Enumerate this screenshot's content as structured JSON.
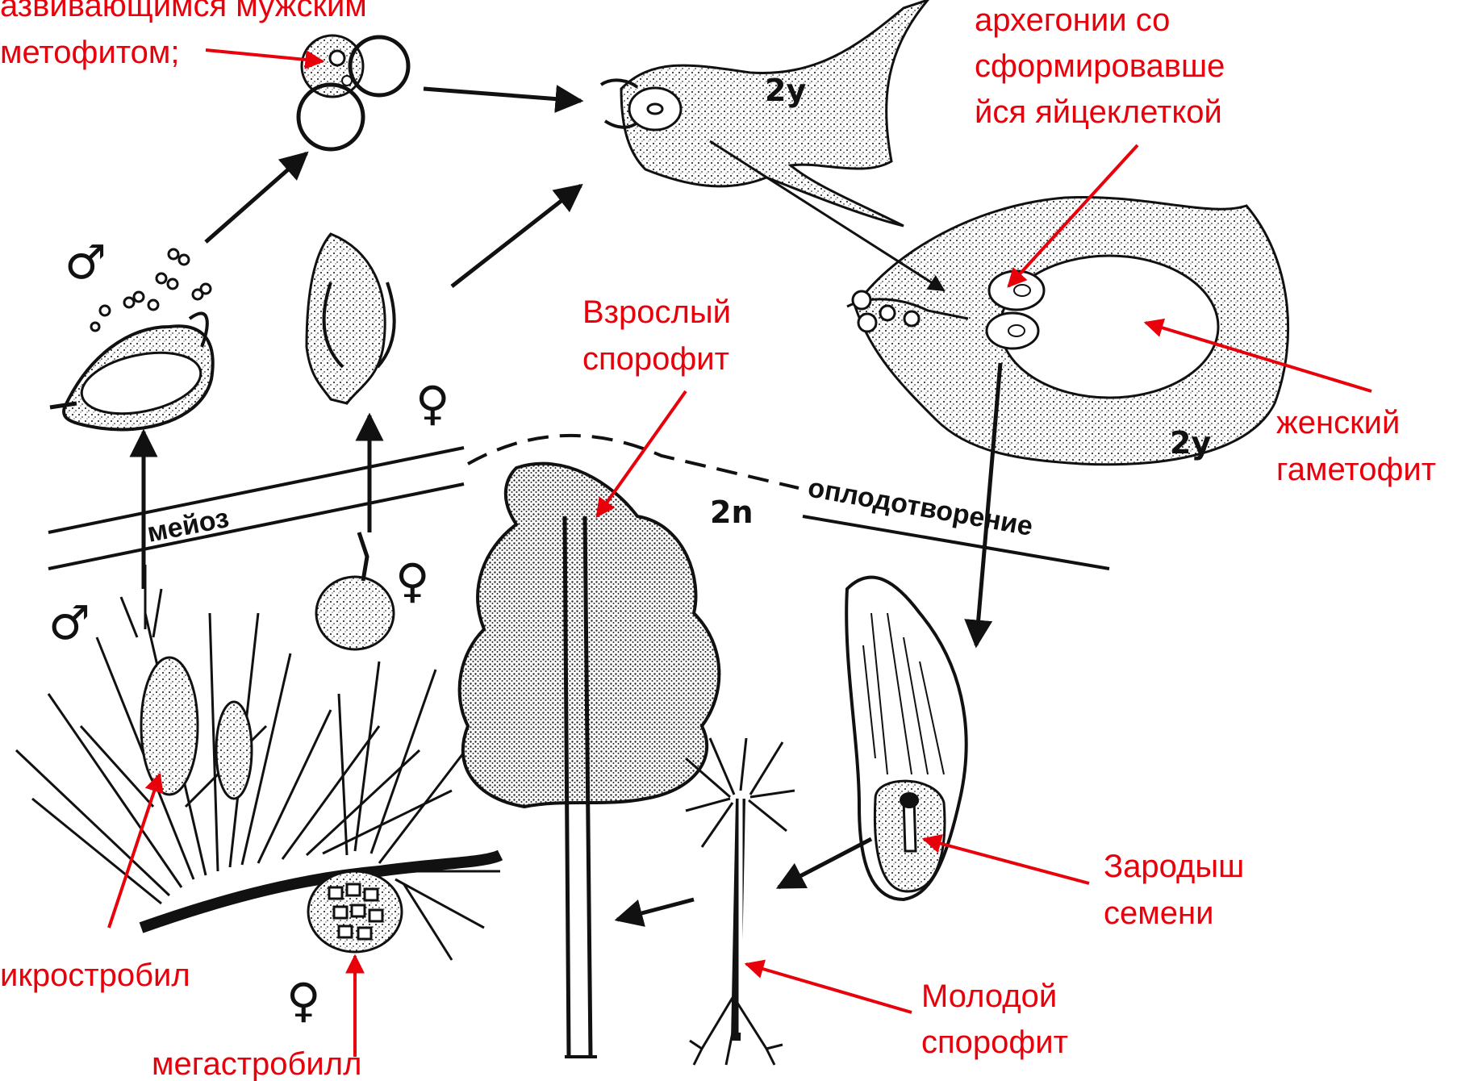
{
  "labels": {
    "male_gametophyte_l1": "азвивающимся мужским",
    "male_gametophyte_l2": "метофитом;",
    "archegonia_l1": "архегонии со",
    "archegonia_l2": "сформировавше",
    "archegonia_l3": "йся яйцеклеткой",
    "adult_sporophyte_l1": "Взрослый",
    "adult_sporophyte_l2": "спорофит",
    "female_gametophyte_l1": "женский",
    "female_gametophyte_l2": "гаметофит",
    "embryo_l1": "Зародыш",
    "embryo_l2": "семени",
    "young_sporophyte_l1": "Молодой",
    "young_sporophyte_l2": "спорофит",
    "microstrobil": "икростробил",
    "megastrobil": "мегастробилл"
  },
  "diagram_text": {
    "meiosis": "мейоз",
    "fertilization": "оплодотворение",
    "ploidy_2n": "2n",
    "ploidy_2y_top": "2y",
    "ploidy_2y_right": "2y",
    "male_symbol": "♂",
    "female_symbol": "♀"
  },
  "colors": {
    "annotation": "#e8000b",
    "ink": "#111111"
  }
}
